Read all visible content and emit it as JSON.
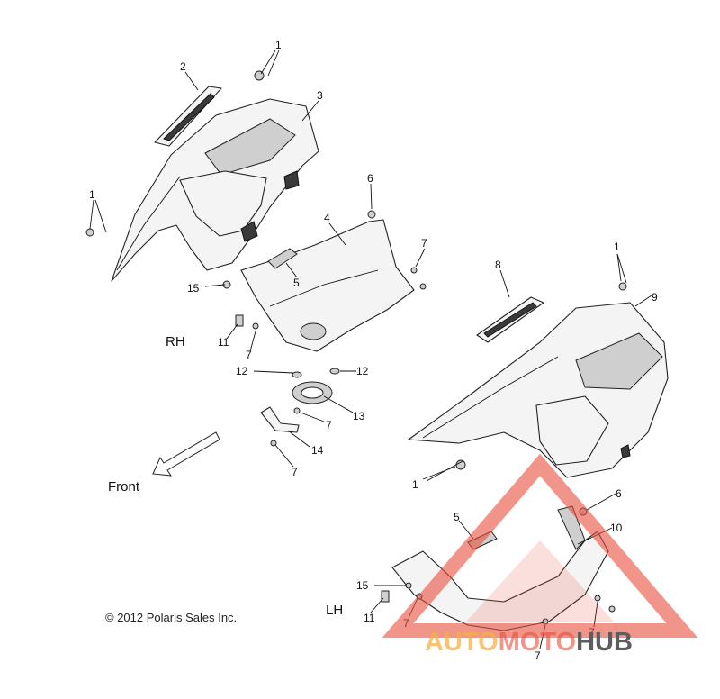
{
  "labels": {
    "c1": "1",
    "c2": "2",
    "c3": "3",
    "c4": "4",
    "c5": "5",
    "c6": "6",
    "c7": "7",
    "c8": "8",
    "c9": "9",
    "c10": "10",
    "c11": "11",
    "c12": "12",
    "c13": "13",
    "c14": "14",
    "c15": "15"
  },
  "side_rh": "RH",
  "side_lh": "LH",
  "front_label": "Front",
  "copyright": "© 2012 Polaris Sales Inc.",
  "watermark": {
    "part1": "AUTO",
    "part2": "MOTO",
    "part3": "HUB",
    "color_orange": "#f5b041",
    "color_red": "#e74c3c",
    "color_gray": "#5d5d5d"
  }
}
